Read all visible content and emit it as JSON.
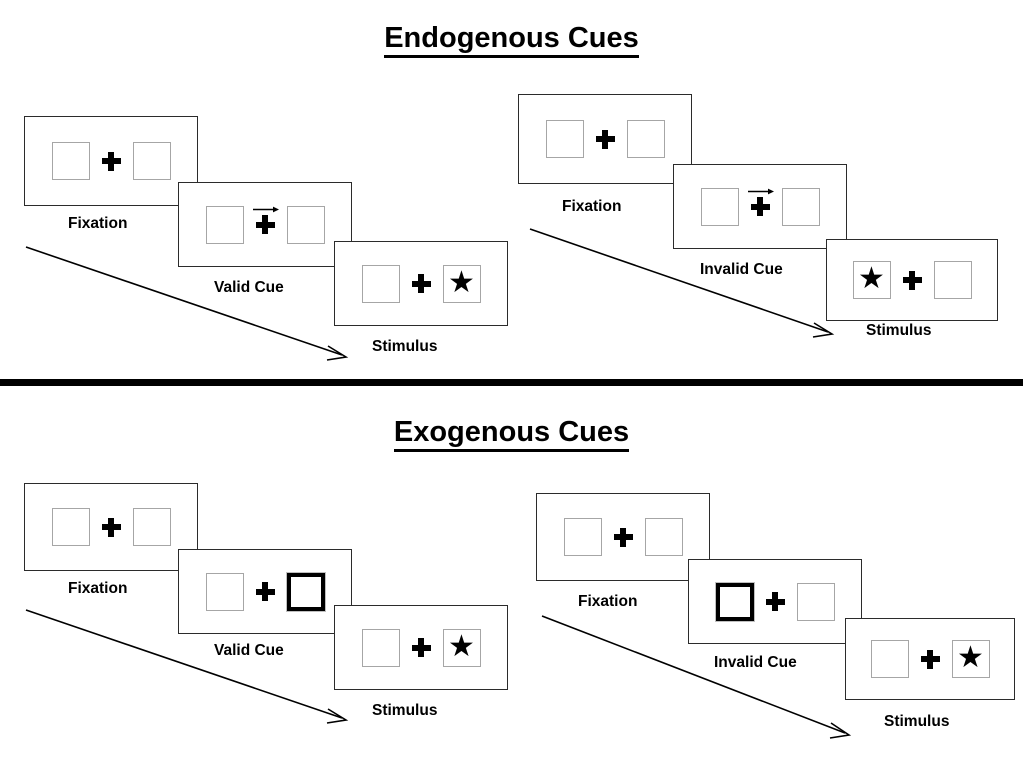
{
  "figure": {
    "title_top": "Endogenous Cues",
    "title_bottom": "Exogenous Cues"
  },
  "glyphs": {
    "star": "★"
  },
  "sections": [
    {
      "name": "endogenous",
      "title": "Endogenous Cues",
      "sequences": [
        {
          "name": "valid",
          "panels": [
            {
              "caption": "Fixation",
              "left_box": "empty",
              "right_box": "empty",
              "cue": "none"
            },
            {
              "caption": "Valid Cue",
              "left_box": "empty",
              "right_box": "empty",
              "cue": "arrow-right"
            },
            {
              "caption": "Stimulus",
              "left_box": "empty",
              "right_box": "star",
              "cue": "none"
            }
          ]
        },
        {
          "name": "invalid",
          "panels": [
            {
              "caption": "Fixation",
              "left_box": "empty",
              "right_box": "empty",
              "cue": "none"
            },
            {
              "caption": "Invalid Cue",
              "left_box": "empty",
              "right_box": "empty",
              "cue": "arrow-right"
            },
            {
              "caption": "Stimulus",
              "left_box": "star",
              "right_box": "empty",
              "cue": "none"
            }
          ]
        }
      ]
    },
    {
      "name": "exogenous",
      "title": "Exogenous Cues",
      "sequences": [
        {
          "name": "valid",
          "panels": [
            {
              "caption": "Fixation",
              "left_box": "empty",
              "right_box": "empty",
              "cue": "none"
            },
            {
              "caption": "Valid Cue",
              "left_box": "empty",
              "right_box": "highlighted",
              "cue": "none"
            },
            {
              "caption": "Stimulus",
              "left_box": "empty",
              "right_box": "star",
              "cue": "none"
            }
          ]
        },
        {
          "name": "invalid",
          "panels": [
            {
              "caption": "Fixation",
              "left_box": "empty",
              "right_box": "empty",
              "cue": "none"
            },
            {
              "caption": "Invalid Cue",
              "left_box": "highlighted",
              "right_box": "empty",
              "cue": "none"
            },
            {
              "caption": "Stimulus",
              "left_box": "empty",
              "right_box": "star",
              "cue": "none"
            }
          ]
        }
      ]
    }
  ],
  "colors": {
    "background": "#ffffff",
    "ink": "#000000",
    "panel_border": "#2b2b2b",
    "box_border": "#a6a6a6",
    "cue_border": "#000000"
  }
}
